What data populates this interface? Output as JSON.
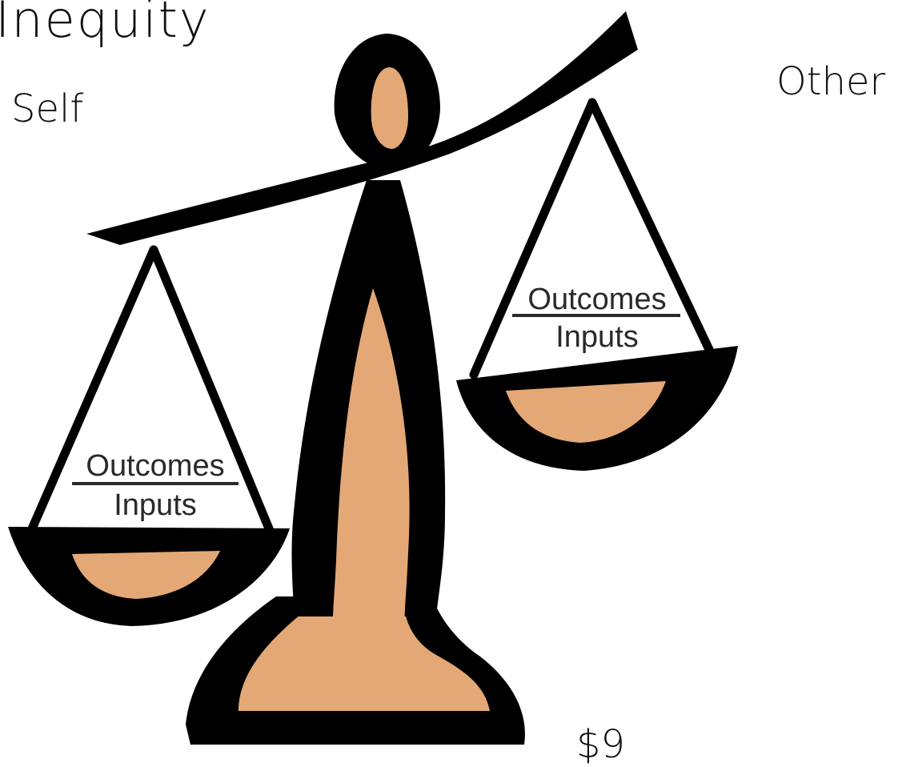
{
  "slide": {
    "title": "Inequity",
    "self_label": "Self",
    "other_label": "Other",
    "page_number": "$9"
  },
  "scale": {
    "left_pan": {
      "numerator": "Outcomes",
      "denominator": "Inputs"
    },
    "right_pan": {
      "numerator": "Outcomes",
      "denominator": "Inputs"
    },
    "colors": {
      "outline": "#000000",
      "fill": "#e3a876",
      "background": "#ffffff"
    }
  }
}
